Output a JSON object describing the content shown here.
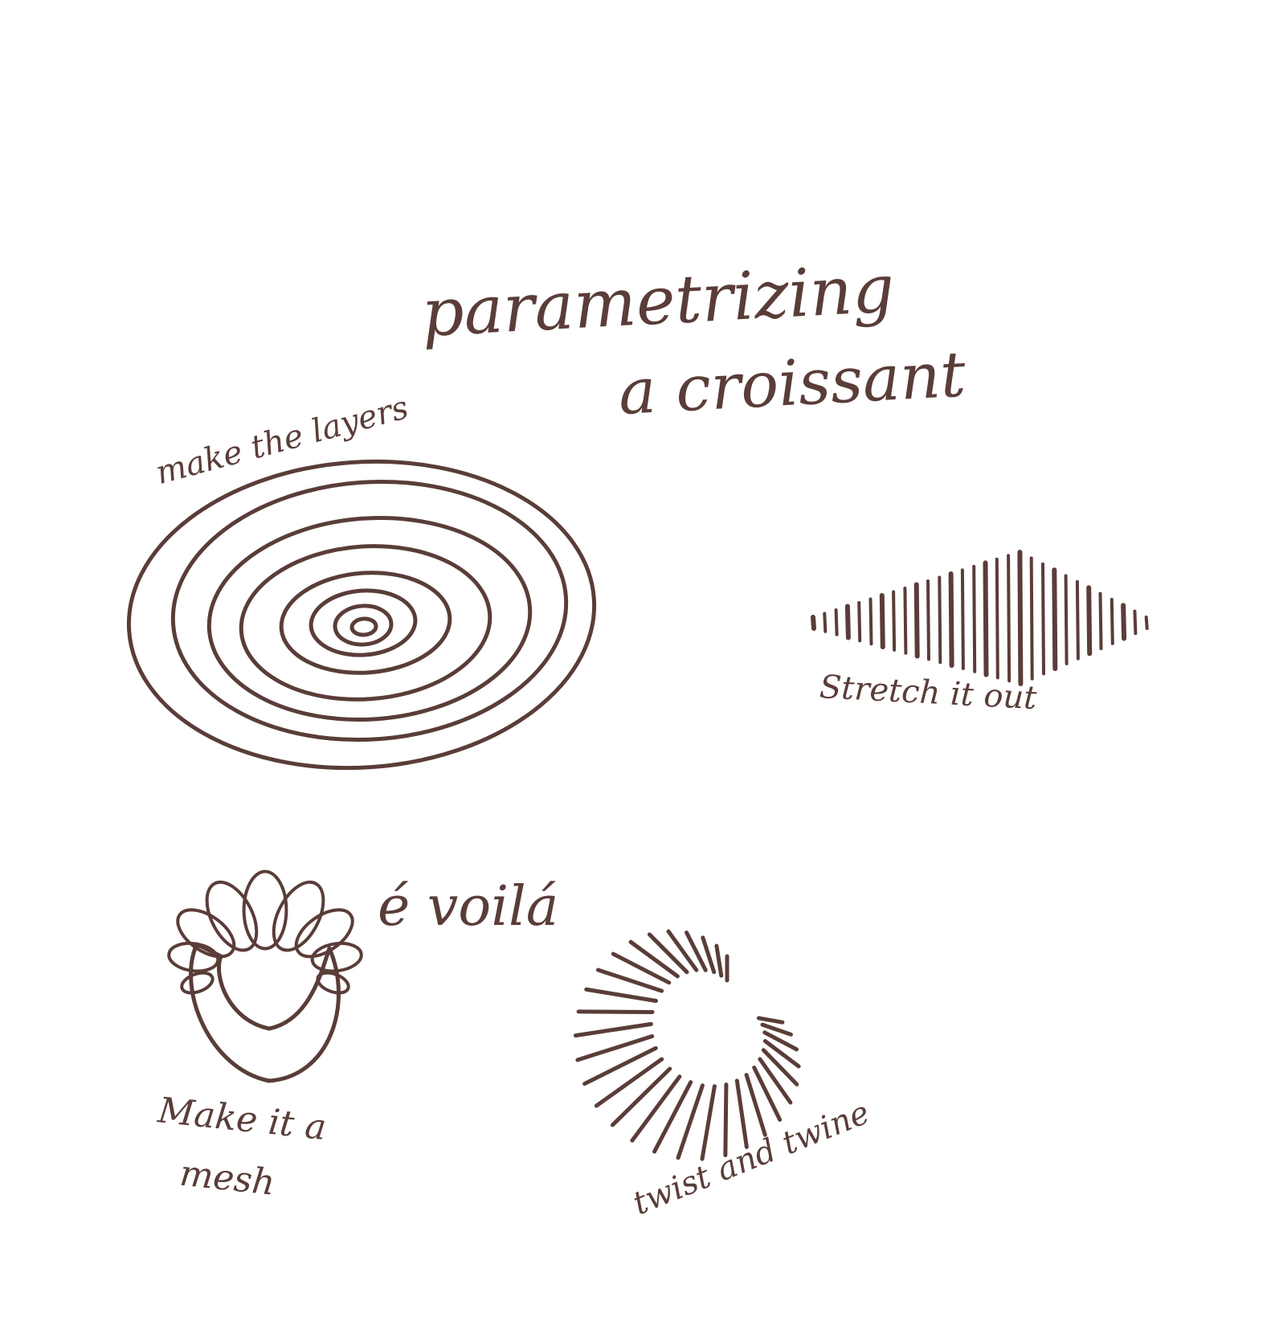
{
  "colors": {
    "ink": "#5a3d38",
    "paper": "#ffffff"
  },
  "title": {
    "line1": "parametrizing",
    "line2": "a croissant"
  },
  "steps": {
    "layers": "make the layers",
    "stretch": "Stretch it out",
    "twist": "twist and twine",
    "mesh_line1": "Make it a",
    "mesh_line2": "mesh"
  },
  "ending": "é voilá",
  "icons": [
    "spiral-icon",
    "stretched-lines-icon",
    "twisted-lines-icon",
    "croissant-icon"
  ]
}
